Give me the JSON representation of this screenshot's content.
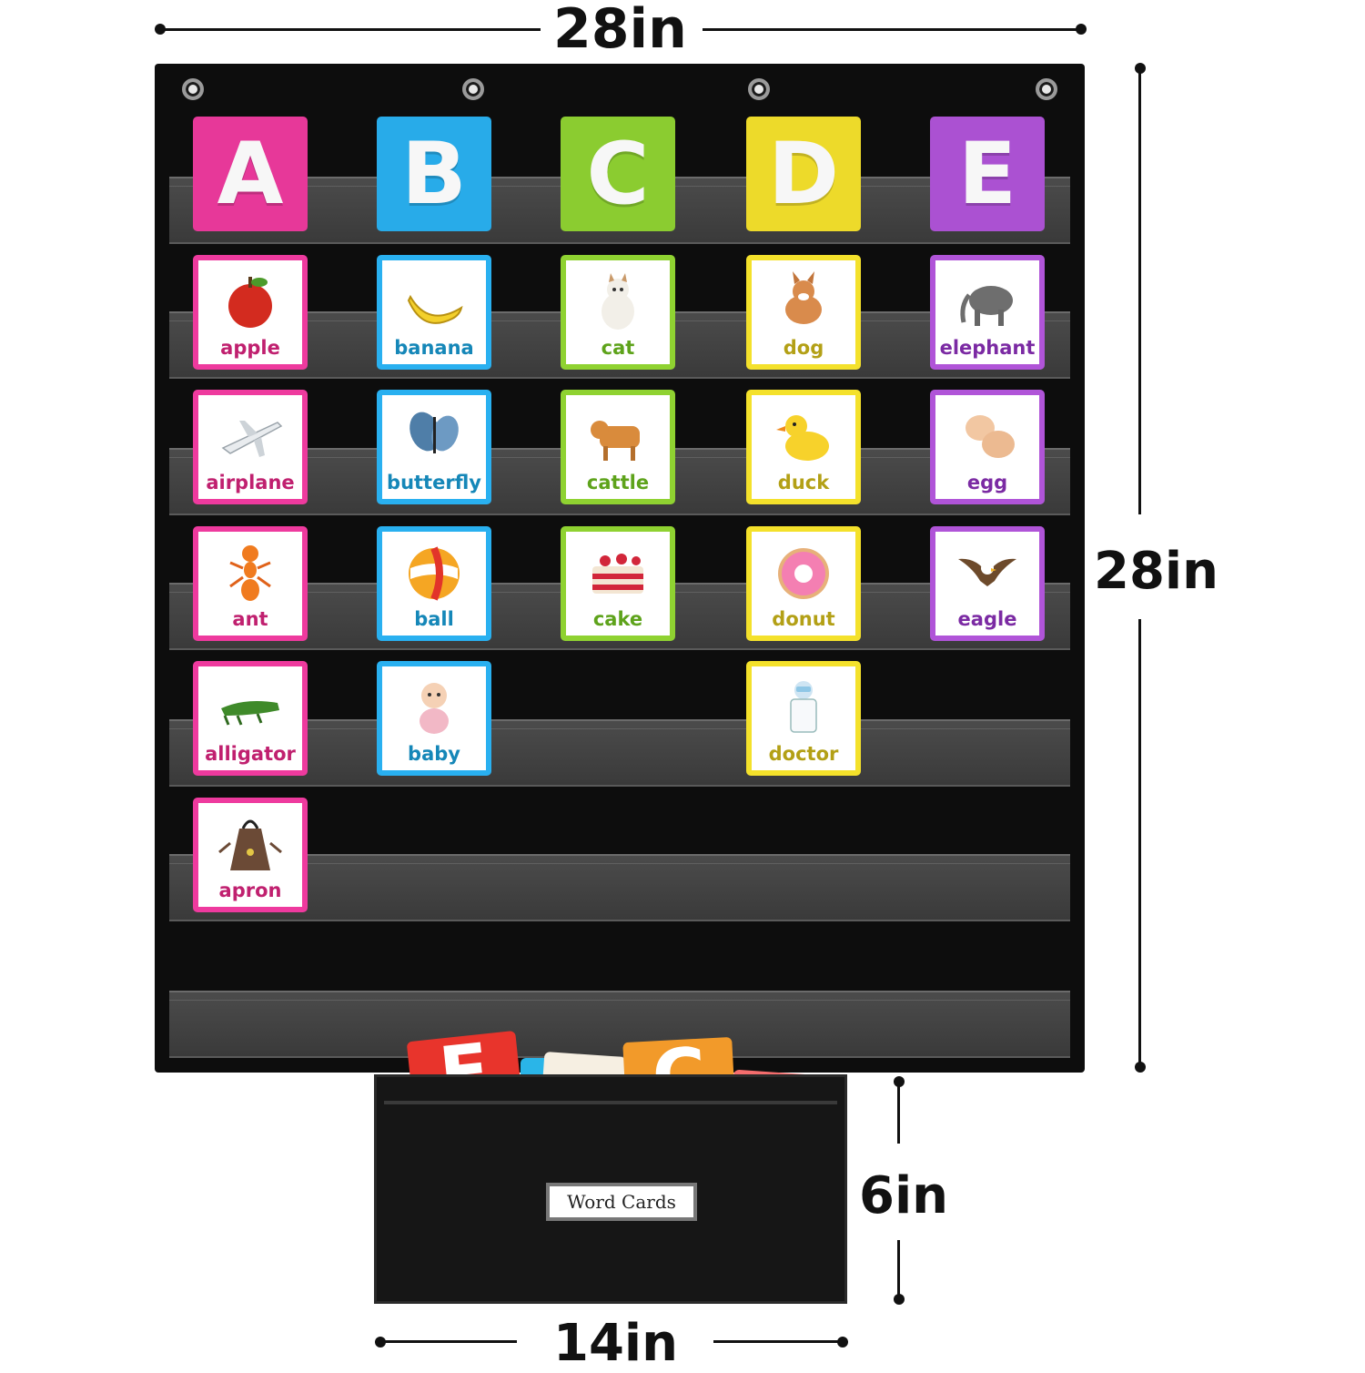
{
  "dimensions": {
    "top_width": "28in",
    "right_height": "28in",
    "pocket_height": "6in",
    "pocket_width": "14in"
  },
  "colors": {
    "A": "#ee3a9e",
    "B": "#29b0f0",
    "C": "#8fd231",
    "D": "#f4e12b",
    "E": "#b054d8",
    "word_A": "#c0206f",
    "word_B": "#1587b8",
    "word_C": "#5ea31b",
    "word_D": "#b3a016",
    "word_E": "#7b2aa3"
  },
  "columns": [
    {
      "letter": "A",
      "words": [
        {
          "word": "apple",
          "icon": "apple-icon"
        },
        {
          "word": "airplane",
          "icon": "airplane-icon"
        },
        {
          "word": "ant",
          "icon": "ant-icon"
        },
        {
          "word": "alligator",
          "icon": "alligator-icon"
        },
        {
          "word": "apron",
          "icon": "apron-icon"
        }
      ]
    },
    {
      "letter": "B",
      "words": [
        {
          "word": "banana",
          "icon": "banana-icon"
        },
        {
          "word": "butterfly",
          "icon": "butterfly-icon"
        },
        {
          "word": "ball",
          "icon": "ball-icon"
        },
        {
          "word": "baby",
          "icon": "baby-icon"
        }
      ]
    },
    {
      "letter": "C",
      "words": [
        {
          "word": "cat",
          "icon": "cat-icon"
        },
        {
          "word": "cattle",
          "icon": "cattle-icon"
        },
        {
          "word": "cake",
          "icon": "cake-icon"
        }
      ]
    },
    {
      "letter": "D",
      "words": [
        {
          "word": "dog",
          "icon": "dog-icon"
        },
        {
          "word": "duck",
          "icon": "duck-icon"
        },
        {
          "word": "donut",
          "icon": "donut-icon"
        },
        {
          "word": "doctor",
          "icon": "doctor-icon"
        }
      ]
    },
    {
      "letter": "E",
      "words": [
        {
          "word": "elephant",
          "icon": "elephant-icon"
        },
        {
          "word": "egg",
          "icon": "egg-icon"
        },
        {
          "word": "eagle",
          "icon": "eagle-icon"
        }
      ]
    }
  ],
  "storage": {
    "label": "Word Cards"
  }
}
